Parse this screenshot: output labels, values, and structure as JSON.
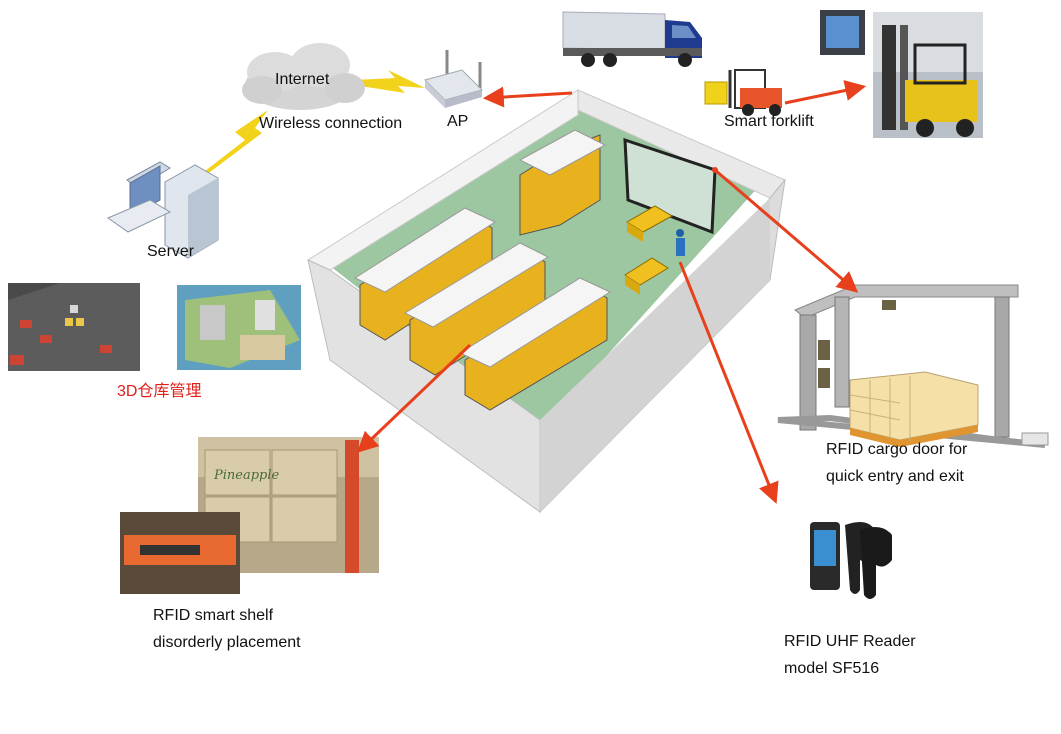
{
  "labels": {
    "internet": "Internet",
    "wireless": "Wireless connection",
    "ap": "AP",
    "server": "Server",
    "smart_forklift": "Smart forklift",
    "warehouse_3d": "3D仓库管理",
    "cargo_door_line1": "RFID cargo door for",
    "cargo_door_line2": "quick entry and exit",
    "shelf_line1": "RFID smart shelf",
    "shelf_line2": "disorderly placement",
    "reader_line1": "RFID UHF Reader",
    "reader_line2": "model SF516",
    "pineapple": "Pineapple"
  },
  "colors": {
    "arrow": "#e8401c",
    "lightning": "#f2d21b",
    "shelf": "#e8b21e",
    "floor": "#9cc7a0",
    "wall": "#e6e6e6"
  },
  "icons": [
    "cloud-icon",
    "router-icon",
    "server-icon",
    "truck-icon",
    "forklift-icon",
    "rfid-gate-icon",
    "handheld-reader-icon"
  ]
}
